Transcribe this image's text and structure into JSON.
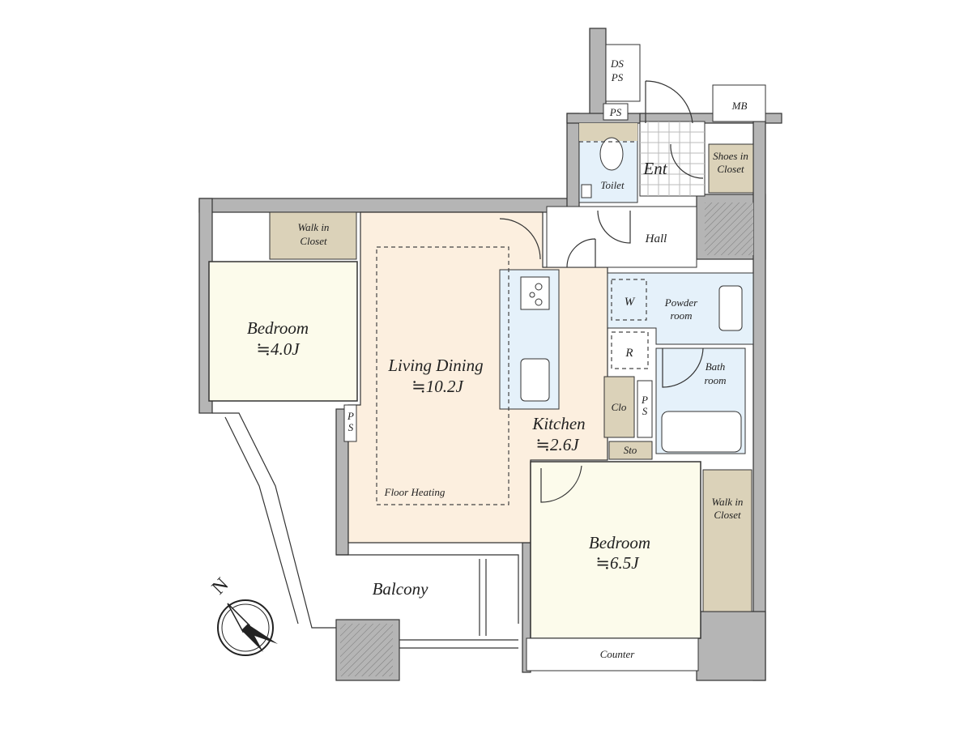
{
  "colors": {
    "wall": "#b5b5b5",
    "living": "#fcefdf",
    "bedroom": "#fcfbeb",
    "wet_area": "#e5f1fa",
    "closet": "#dbd2b9"
  },
  "rooms": {
    "bedroom_small": {
      "name": "Bedroom",
      "size": "≒4.0J"
    },
    "living_dining": {
      "name": "Living Dining",
      "size": "≒10.2J"
    },
    "kitchen": {
      "name": "Kitchen",
      "size": "≒2.6J"
    },
    "bedroom_large": {
      "name": "Bedroom",
      "size": "≒6.5J"
    },
    "walk_in_closet_left": {
      "line1": "Walk in",
      "line2": "Closet"
    },
    "walk_in_closet_right": {
      "line1": "Walk in",
      "line2": "Closet"
    },
    "shoes_closet": {
      "line1": "Shoes in",
      "line2": "Closet"
    },
    "powder_room": {
      "line1": "Powder",
      "line2": "room"
    },
    "bath_room": {
      "line1": "Bath",
      "line2": "room"
    },
    "toilet": "Toilet",
    "entrance": "Ent",
    "hall": "Hall",
    "balcony": "Balcony",
    "counter": "Counter",
    "floor_heating": "Floor Heating",
    "closet_short": "Clo",
    "storage": "Sto",
    "washer": "W",
    "refrigerator": "R",
    "ps_left": {
      "p": "P",
      "s": "S"
    },
    "ps_kitchen": {
      "p": "P",
      "s": "S"
    },
    "ps_top": "PS",
    "ds_ps": {
      "line1": "DS",
      "line2": "PS"
    },
    "meter_box": "MB"
  },
  "compass": {
    "label": "N"
  }
}
